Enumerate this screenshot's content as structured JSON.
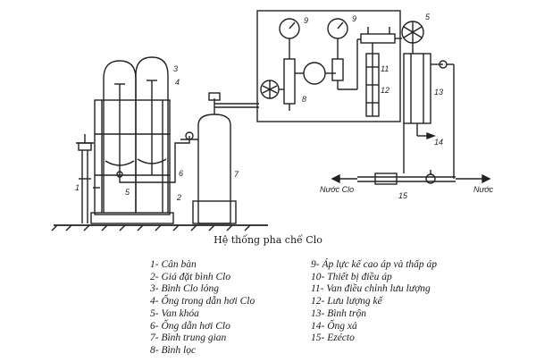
{
  "caption": "Hệ thống pha chế Clo",
  "callouts": [
    "1",
    "2",
    "3",
    "4",
    "5",
    "6",
    "7",
    "8",
    "9",
    "9",
    "5",
    "11",
    "12",
    "13",
    "14",
    "15"
  ],
  "flow_labels": {
    "out": "Nước Clo",
    "in": "Nước"
  },
  "legend": [
    "1- Cân bàn",
    "2- Giá đặt bình Clo",
    "3- Bình Clo lỏng",
    "4- Ống trong dẫn hơi Clo",
    "5- Van khóa",
    "6- Ống dẫn hơi Clo",
    "7- Bình trung gian",
    "8- Bình lọc",
    "9- Áp lực kế cao áp và thấp áp",
    "10- Thiết bị điều áp",
    "11- Van điều chỉnh lưu lượng",
    "12- Lưu lượng kế",
    "13- Bình trộn",
    "14- Ống xả",
    "15- Ezécto"
  ]
}
